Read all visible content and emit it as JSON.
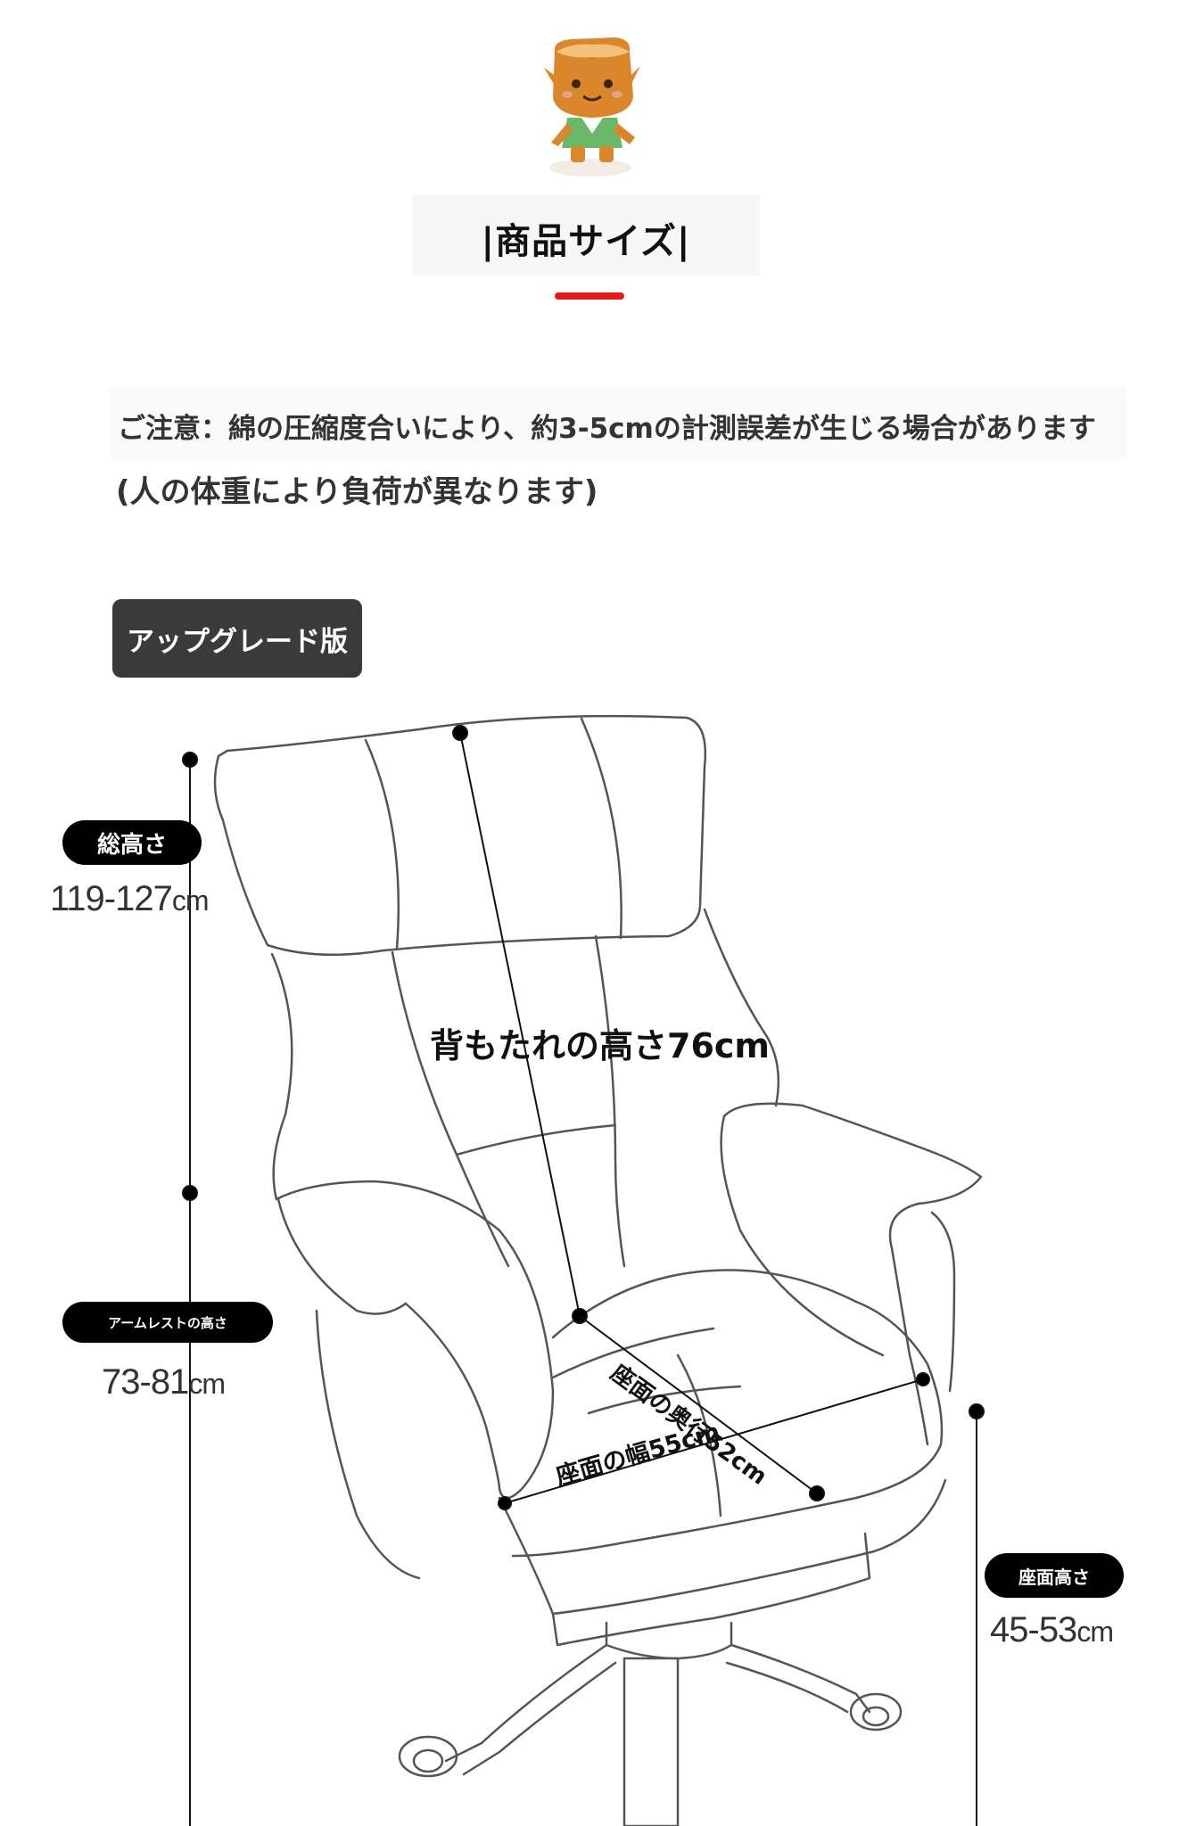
{
  "section": {
    "title": "|商品サイズ|"
  },
  "notice": {
    "line1": "ご注意：綿の圧縮度合いにより、約3-5cmの計測誤差が生じる場合があります",
    "line2": "(人の体重により負荷が異なります)"
  },
  "version_badge": "アップグレード版",
  "dimensions": {
    "total_height": {
      "label": "総高さ",
      "value": "119-127",
      "unit": "cm"
    },
    "armrest_height": {
      "label": "アームレストの高さ",
      "value": "73-81",
      "unit": "cm"
    },
    "seat_height": {
      "label": "座面高さ",
      "value": "45-53",
      "unit": "cm"
    },
    "backrest_height": "背もたれの高さ76cm",
    "seat_depth": "座面の奥行52cm",
    "seat_width": "座面の幅55cm"
  },
  "colors": {
    "accent": "#e21b1b",
    "badge_bg": "#3a3a3a",
    "pill_bg": "#000000",
    "line": "#555555"
  },
  "icons": {
    "mascot": "tree-stump-mascot-icon"
  }
}
